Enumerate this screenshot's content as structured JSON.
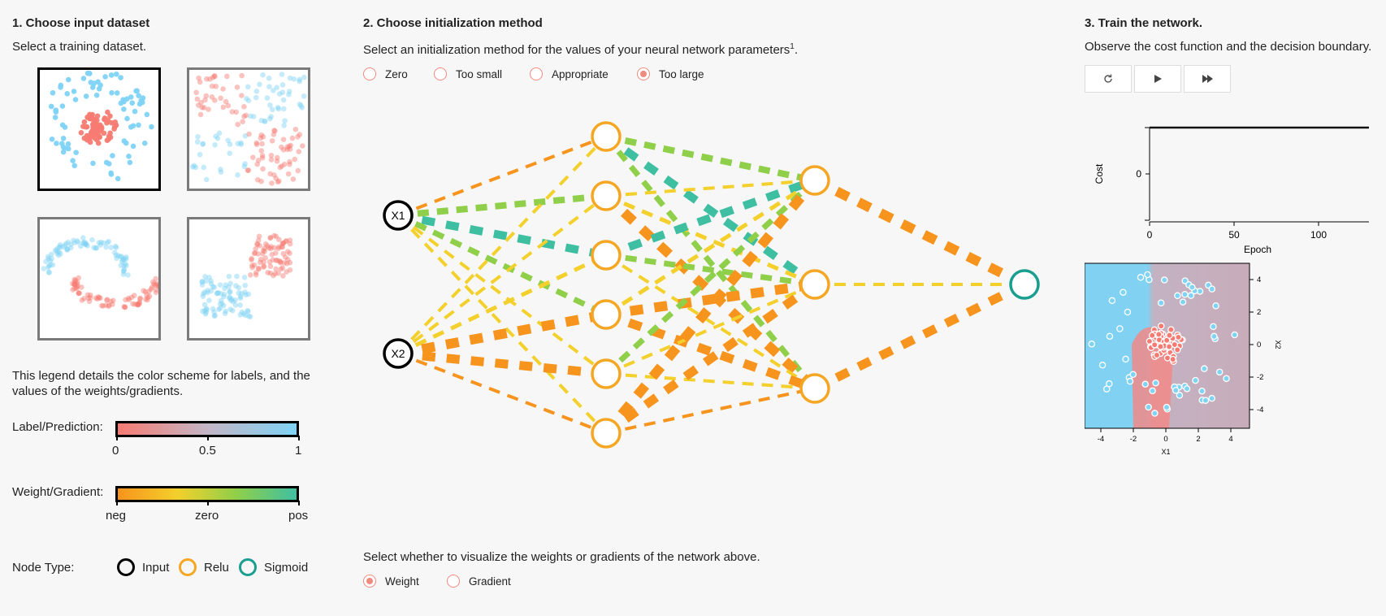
{
  "left": {
    "heading": "1. Choose input dataset",
    "subtitle": "Select a training dataset.",
    "legend_text": "This legend details the color scheme for labels, and the values of the weights/gradients.",
    "label_legend": {
      "label": "Label/Prediction:",
      "ticks": [
        "0",
        "0.5",
        "1"
      ]
    },
    "weight_legend": {
      "label": "Weight/Gradient:",
      "ticks": [
        "neg",
        "zero",
        "pos"
      ]
    },
    "node_type": {
      "label": "Node Type:",
      "input": "Input",
      "relu": "Relu",
      "sigmoid": "Sigmoid"
    }
  },
  "middle": {
    "heading": "2. Choose initialization method",
    "subtitle": "Select an initialization method for the values of your neural network parameters",
    "footnote": "1",
    "period": ".",
    "init_options": [
      "Zero",
      "Too small",
      "Appropriate",
      "Too large"
    ],
    "init_selected": "Too large",
    "viz_prompt": "Select whether to visualize the weights or gradients of the network above.",
    "viz_options": [
      "Weight",
      "Gradient"
    ],
    "viz_selected": "Weight",
    "input_labels": [
      "X1",
      "X2"
    ]
  },
  "right": {
    "heading": "3. Train the network.",
    "subtitle": "Observe the cost function and the decision boundary.",
    "buttons": {
      "reset": "reset-icon",
      "play": "play-icon",
      "step": "step-forward-icon"
    }
  },
  "cost_chart": {
    "type": "line",
    "xlabel": "Epoch",
    "ylabel": "Cost",
    "x_ticks": [
      "0",
      "50",
      "100"
    ],
    "y_ticks": [
      "0"
    ]
  },
  "boundary_plot": {
    "xlabel": "X1",
    "ylabel": "X2",
    "ticks": [
      "-4",
      "-2",
      "0",
      "2",
      "4"
    ]
  },
  "colors": {
    "neg_label": "#f77b72",
    "pos_label": "#7fd3f5",
    "weight_neg": "#f7941d",
    "weight_zero": "#f3d02b",
    "weight_pos": "#3fbfa1",
    "input_node": "#000000",
    "relu_node": "#f5a623",
    "sigmoid_node": "#1a9e8f"
  }
}
